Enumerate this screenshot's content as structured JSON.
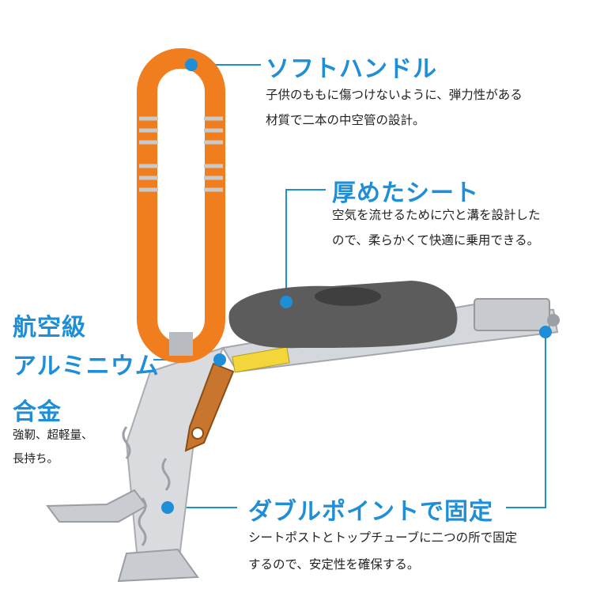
{
  "features": {
    "handle": {
      "title": "ソフトハンドル",
      "lines": [
        "子供のももに傷つけないように、弾力性がある",
        "材質で二本の中空管の設計。"
      ]
    },
    "seat": {
      "title": "厚めたシート",
      "lines": [
        "空気を流せるために穴と溝を設計した",
        "ので、柔らかくて快適に乗用できる。"
      ]
    },
    "alloy": {
      "title_lines": [
        "航空級",
        "アルミニウム",
        "合金"
      ],
      "lines": [
        "強靭、超軽量、",
        "長持ち。"
      ]
    },
    "mount": {
      "title": "ダブルポイントで固定",
      "lines": [
        "シートポストとトップチューブに二つの所で固定",
        "するので、安定性を確保する。"
      ]
    }
  },
  "colors": {
    "accent": "#1e8ed6",
    "handle": "#f07d1e",
    "seat": "#5a5a5a",
    "frame": "#cfd2d6"
  }
}
